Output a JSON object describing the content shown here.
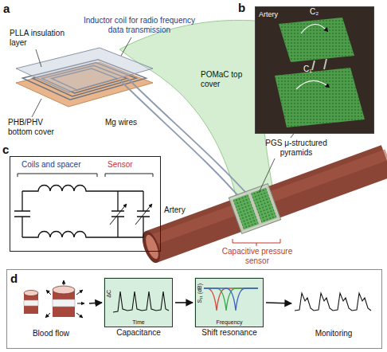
{
  "diagram": {
    "nodes": [
      {
        "text": [
          "b",
          "Artery",
          "C₂",
          "C₁"
        ]
      },
      {
        "text": [
          "c",
          "Coils and spacer",
          "Sensor"
        ]
      },
      {
        "text": [
          "d"
        ]
      },
      {
        "text": [
          "Blood flow"
        ],
        "in": 2
      },
      {
        "text": [
          "ΔC",
          "Time",
          "Capacitance"
        ],
        "in": 2
      },
      {
        "text": [
          "S₁₁ (dB)",
          "Frequency",
          "Shift resonance"
        ],
        "in": 2
      },
      {
        "text": [
          "Monitoring"
        ],
        "in": 2
      }
    ],
    "edges": [
      {
        "from": 3,
        "to": 4,
        "arrow": "to"
      },
      {
        "from": 4,
        "to": 5,
        "arrow": "to"
      },
      {
        "from": 5,
        "to": 6,
        "arrow": "to"
      }
    ],
    "labels": [
      "a",
      "PLLA insulation layer",
      "Inductor coil for radio frequency data transmission",
      "POMaC top cover",
      "PHB/PHV bottom cover",
      "Mg wires",
      "PGS μ-structured pyramids",
      "Artery",
      "Capacitive pressure sensor"
    ]
  }
}
